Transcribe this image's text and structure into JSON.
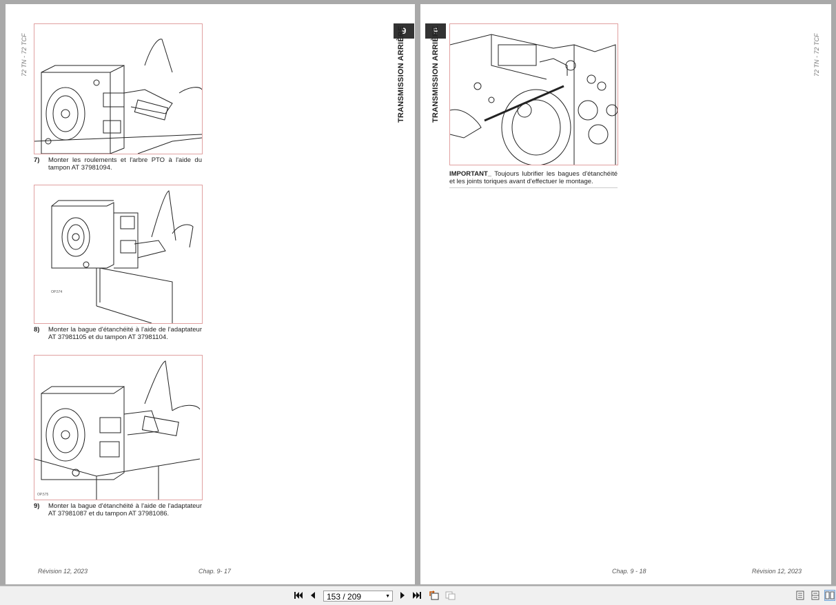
{
  "left_page": {
    "side_code": "72 TN - 72 TCF",
    "chapter_number": "9",
    "chapter_title": "TRANSMISSION ARRIÈRE",
    "steps": [
      {
        "number": "7)",
        "text": "Monter les roulements et l'arbre PTO à l'aide du tampon AT 37981094.",
        "fig_code": ""
      },
      {
        "number": "8)",
        "text": "Monter la bague d'étanchéité à l'aide de l'adaptateur AT 37981105 et du tampon AT 37981104.",
        "fig_code": "OP.574"
      },
      {
        "number": "9)",
        "text": "Monter la bague d'étanchéité à l'aide de l'adaptateur AT 37981087 et du tampon AT 37981086.",
        "fig_code": "OP.575"
      }
    ],
    "footer_revision": "Révision 12, 2023",
    "footer_chap": "Chap. 9- 17"
  },
  "right_page": {
    "side_code": "72 TN - 72 TCF",
    "chapter_number": "9",
    "chapter_title": "TRANSMISSION ARRIÈRE",
    "important_label": "IMPORTANT_",
    "important_text": " Toujours lubrifier les bagues d'étanchéité et les joints toriques avant d'effectuer le montage.",
    "footer_chap": "Chap. 9 - 18",
    "footer_revision": "Révision 12, 2023"
  },
  "toolbar": {
    "page_indicator": "153 / 209",
    "icons": [
      "first-page-icon",
      "prev-page-icon",
      "next-page-icon",
      "last-page-icon",
      "rotate-icon",
      "rotate-alt-icon",
      "single-page-view-icon",
      "continuous-view-icon",
      "two-page-view-icon"
    ]
  }
}
